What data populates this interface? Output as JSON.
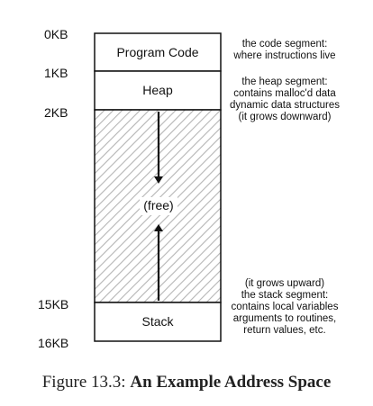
{
  "addresses": {
    "kb0": "0KB",
    "kb1": "1KB",
    "kb2": "2KB",
    "kb15": "15KB",
    "kb16": "16KB"
  },
  "segments": {
    "code": "Program Code",
    "heap": "Heap",
    "free": "(free)",
    "stack": "Stack"
  },
  "notes": {
    "code": [
      "the code segment:",
      "where instructions live"
    ],
    "heap": [
      "the heap segment:",
      "contains malloc'd data",
      "dynamic data structures",
      "(it grows downward)"
    ],
    "stack": [
      "(it grows upward)",
      "the stack segment:",
      "contains local variables",
      "arguments to routines,",
      "return values, etc."
    ]
  },
  "caption": {
    "prefix": "Figure 13.3:",
    "title": "An Example Address Space"
  }
}
